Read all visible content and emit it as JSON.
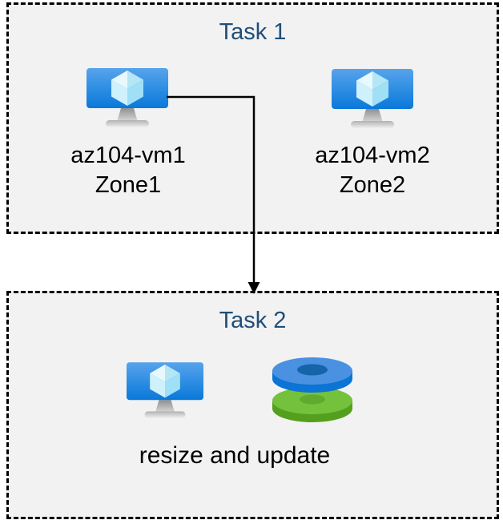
{
  "colors": {
    "page_background": "#ffffff",
    "box_background": "#f2f2f2",
    "box_border": "#000000",
    "title_text": "#1f4e79",
    "label_text": "#000000",
    "arrow_color": "#000000",
    "vm_screen_blue": "#0a78d9",
    "disk_blue": "#0b74d4",
    "disk_green": "#549f1e"
  },
  "task1": {
    "title": "Task 1",
    "vms": [
      {
        "name": "az104-vm1",
        "zone": "Zone1",
        "icon": "virtual-machine-icon"
      },
      {
        "name": "az104-vm2",
        "zone": "Zone2",
        "icon": "virtual-machine-icon"
      }
    ]
  },
  "connector": {
    "icon": "arrow-down-icon",
    "from": "az104-vm1",
    "to": "Task 2"
  },
  "task2": {
    "title": "Task 2",
    "caption": "resize and update",
    "icons": [
      "virtual-machine-icon",
      "managed-disks-icon"
    ]
  }
}
